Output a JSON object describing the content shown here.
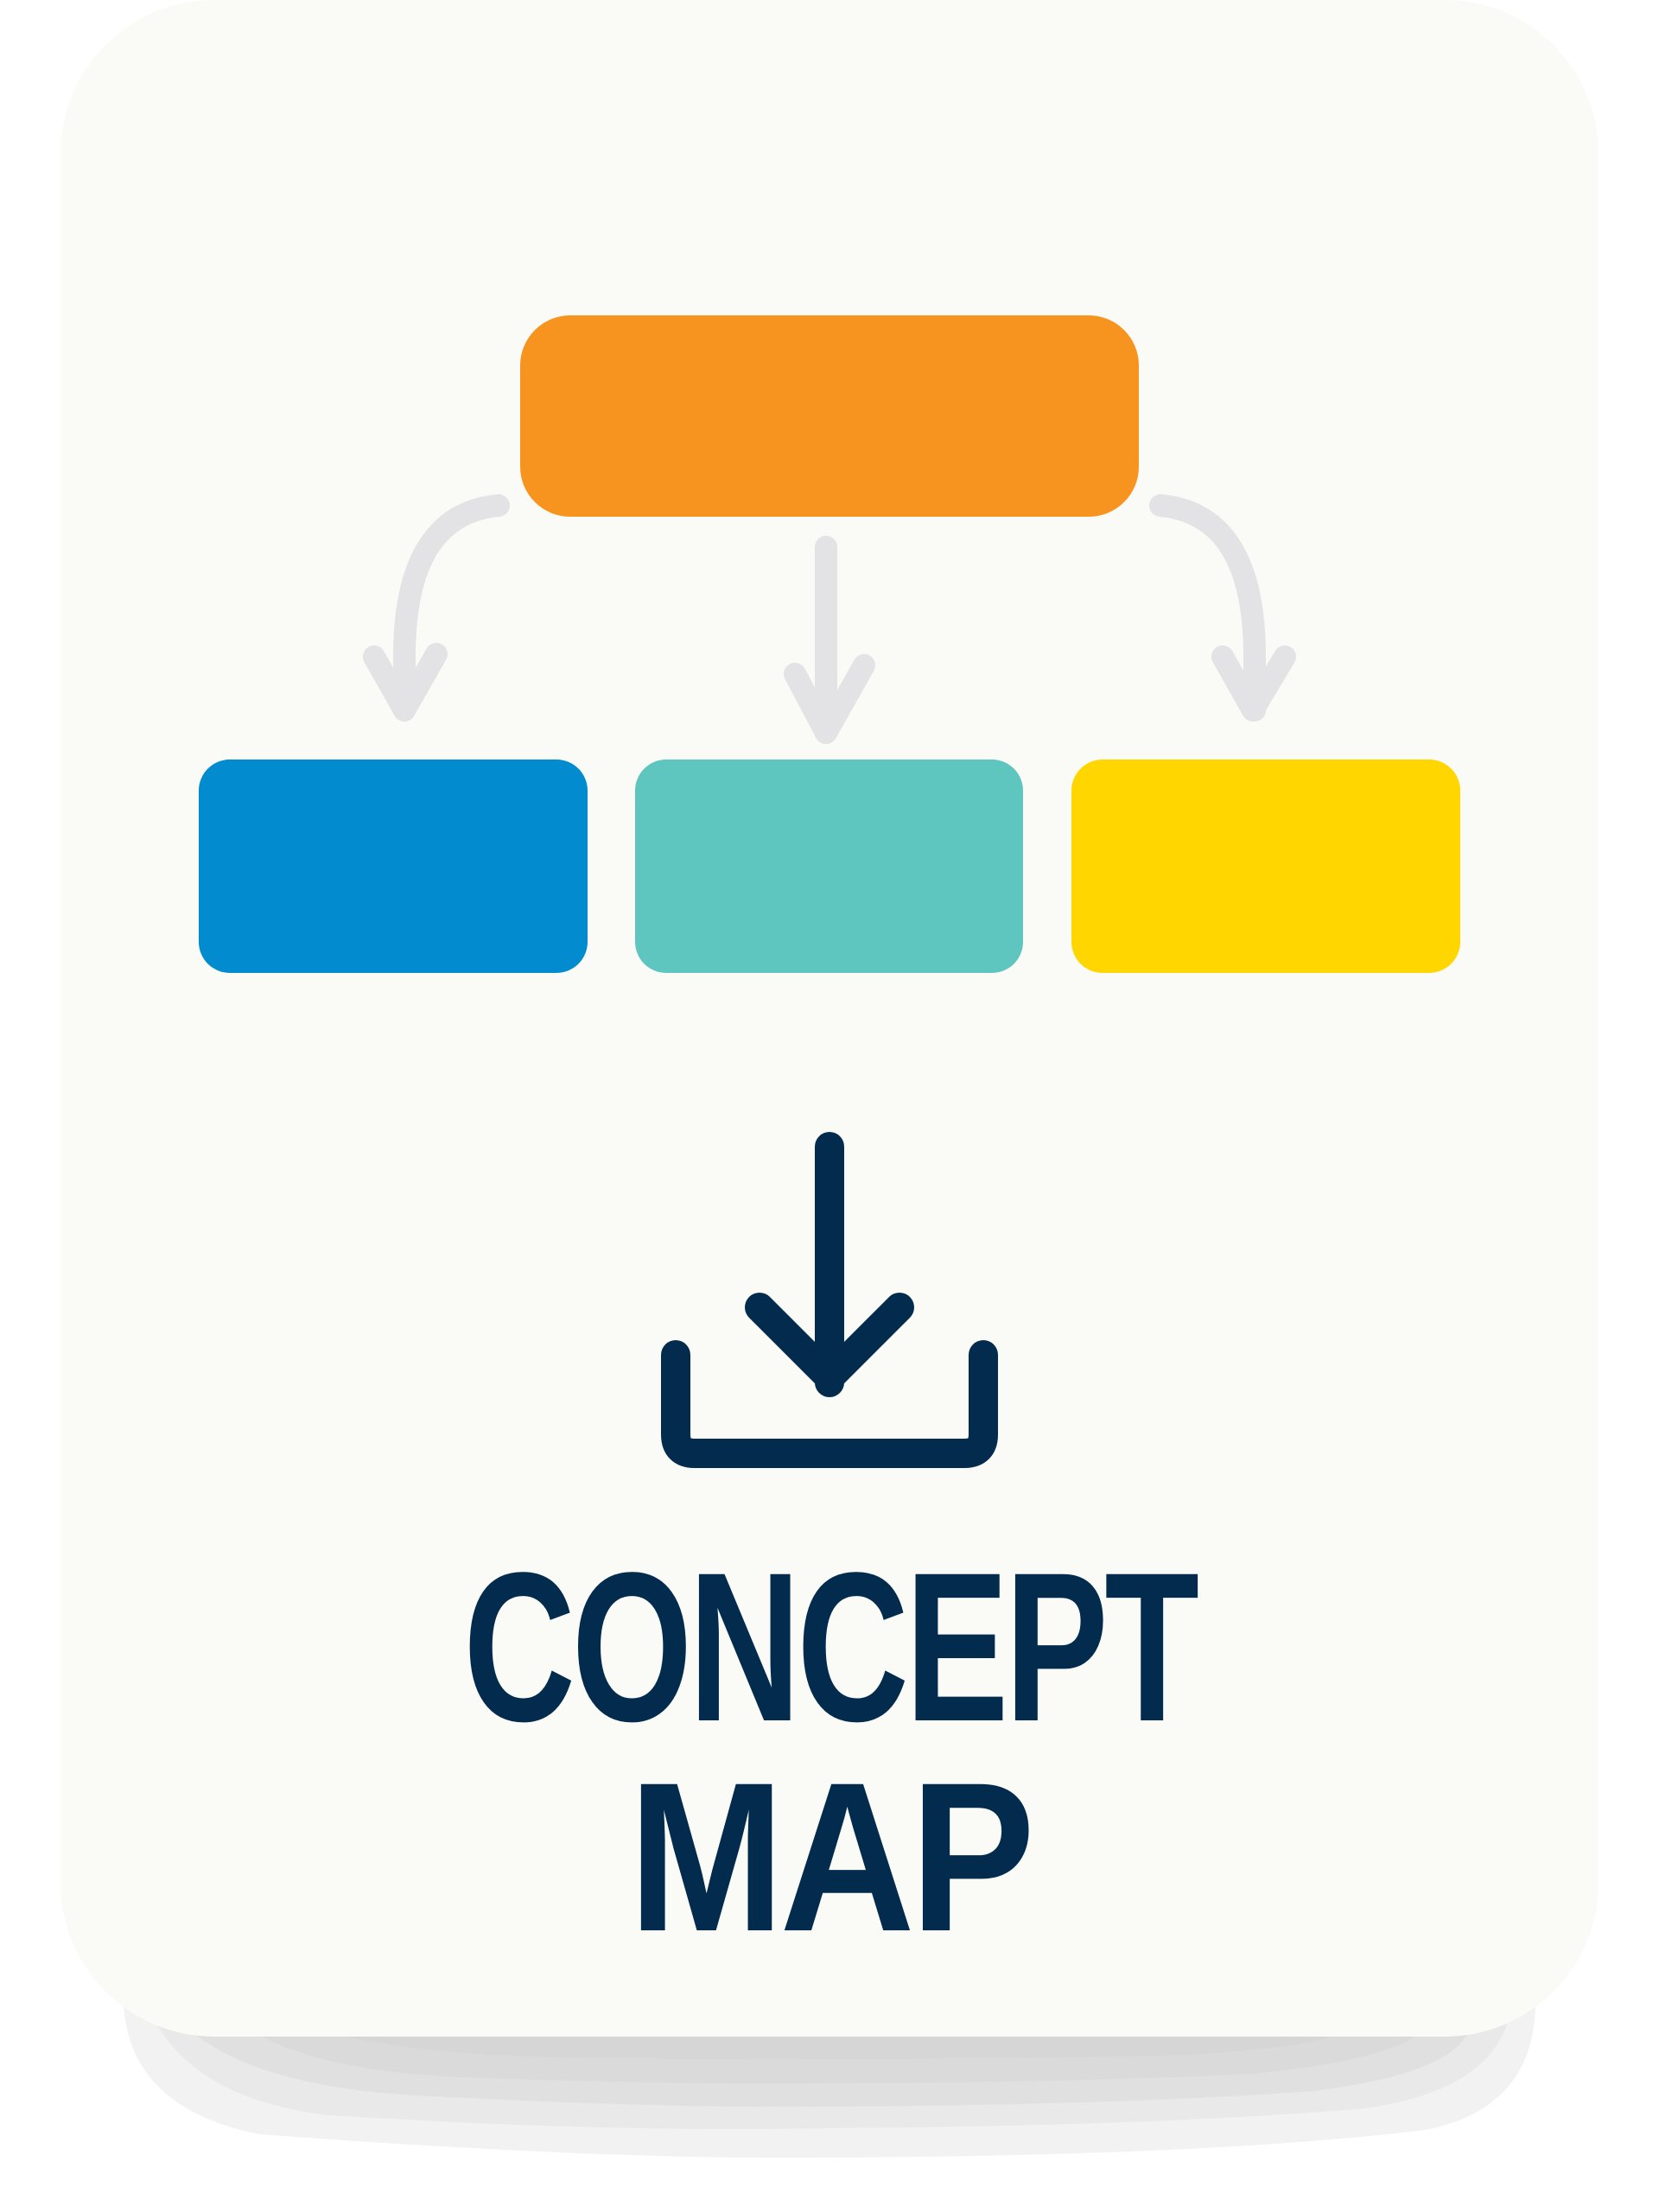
{
  "card": {
    "background": "#fafaf6",
    "shadow_colors": [
      "#d6d6d6",
      "#dadada",
      "#e0e0e0",
      "#e9e9e9",
      "#f2f2f2"
    ]
  },
  "diagram": {
    "root_node": {
      "color": "#f7941f"
    },
    "child_nodes": [
      {
        "color": "#028bcf"
      },
      {
        "color": "#5fc5bf"
      },
      {
        "color": "#ffd600"
      }
    ],
    "arrow_color": "#e3e3e6",
    "arrows": [
      "curved-left",
      "straight-down",
      "curved-right"
    ]
  },
  "download": {
    "icon": "download-icon",
    "color": "#022b4e"
  },
  "title": {
    "line1": "CONCEPT",
    "line2": "MAP"
  }
}
